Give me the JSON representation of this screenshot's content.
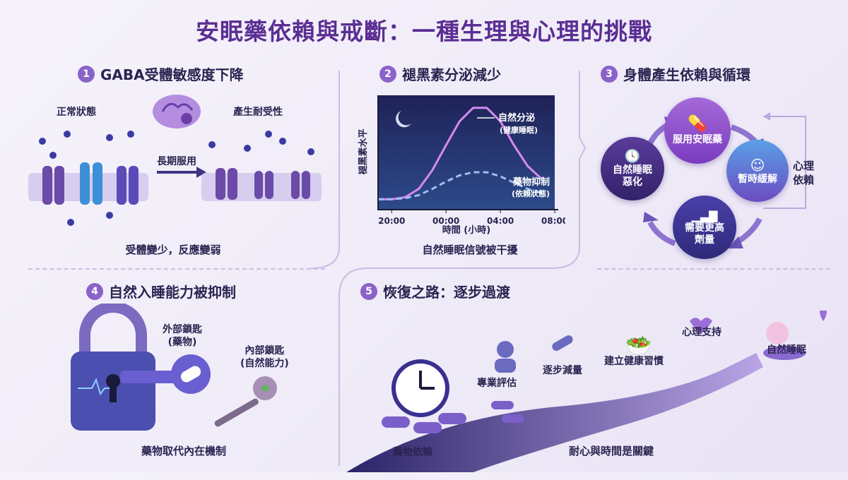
{
  "title": "安眠藥依賴與戒斷：一種生理與心理的挑戰",
  "s1": {
    "num": "1",
    "heading": "GABA受體敏感度下降",
    "normal": "正常狀態",
    "tolerance": "產生耐受性",
    "arrow": "長期服用",
    "caption": "受體變少，反應變弱"
  },
  "s2": {
    "num": "2",
    "heading": "褪黑素分泌減少",
    "caption": "自然睡眠信號被干擾"
  },
  "s3": {
    "num": "3",
    "heading": "身體產生依賴與循環",
    "c_top": "服用安眠藥",
    "c_right": "暫時緩解",
    "c_bottom1": "需要更高",
    "c_bottom2": "劑量",
    "c_left1": "自然睡眠",
    "c_left2": "惡化",
    "side1": "心理",
    "side2": "依賴"
  },
  "s4": {
    "num": "4",
    "heading": "自然入睡能力被抑制",
    "ext1": "外部鎖匙",
    "ext2": "(藥物)",
    "int1": "內部鎖匙",
    "int2": "(自然能力)",
    "caption": "藥物取代內在機制"
  },
  "s5": {
    "num": "5",
    "heading": "恢復之路：逐步過渡",
    "steps": [
      "藥物依賴",
      "專業評估",
      "逐步減量",
      "建立健康習慣",
      "心理支持",
      "自然睡眠"
    ],
    "caption": "耐心與時間是關鍵"
  },
  "chart_data": {
    "type": "line",
    "ylabel": "褪黑素水平",
    "xlabel": "時間 (小時)",
    "xticks": [
      "20:00",
      "00:00",
      "04:00",
      "08:00"
    ],
    "x": [
      19,
      20,
      21,
      22,
      23,
      24,
      25,
      26,
      27,
      28,
      29,
      30,
      31
    ],
    "series": [
      {
        "name": "自然分泌",
        "sub": "(健康睡眠)",
        "values": [
          0.1,
          0.1,
          0.12,
          0.2,
          0.38,
          0.62,
          0.85,
          0.98,
          0.98,
          0.85,
          0.62,
          0.42,
          0.3
        ],
        "color": "#d58af0",
        "style": "solid"
      },
      {
        "name": "藥物抑制",
        "sub": "(依賴狀態)",
        "values": [
          0.1,
          0.1,
          0.11,
          0.14,
          0.2,
          0.27,
          0.33,
          0.36,
          0.36,
          0.32,
          0.26,
          0.2,
          0.16
        ],
        "color": "#9cc2f0",
        "style": "dashed"
      }
    ],
    "xlim": [
      19,
      32
    ],
    "ylim": [
      0,
      1.1
    ]
  }
}
